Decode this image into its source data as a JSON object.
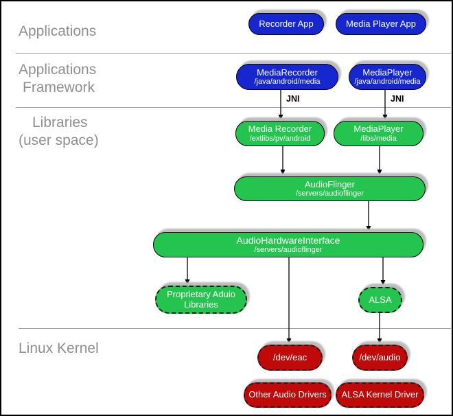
{
  "layers": {
    "applications": {
      "line1": "Applications"
    },
    "framework": {
      "line1": "Applications",
      "line2": "Framework"
    },
    "libraries": {
      "line1": "Libraries",
      "line2": "(user space)"
    },
    "kernel": {
      "line1": "Linux Kernel"
    }
  },
  "nodes": {
    "recorder_app": {
      "title": "Recorder App"
    },
    "media_player_app": {
      "title": "Media Player App"
    },
    "media_recorder_fw": {
      "title": "MediaRecorder",
      "subtitle": "/java/android/media"
    },
    "media_player_fw": {
      "title": "MediaPlayer",
      "subtitle": "/java/android/media"
    },
    "media_recorder_lib": {
      "title": "Media Recorder",
      "subtitle": "/extlibs/pv/android"
    },
    "media_player_lib": {
      "title": "MediaPlayer",
      "subtitle": "/libs/media"
    },
    "audio_flinger": {
      "title": "AudioFlinger",
      "subtitle": "/servers/audioflinger"
    },
    "audio_hw_interface": {
      "title": "AudioHardwareInterface",
      "subtitle": "/servers/audioflinger"
    },
    "proprietary_audio": {
      "title": "Proprietary Aduio Libraries"
    },
    "alsa_lib": {
      "title": "ALSA"
    },
    "dev_eac": {
      "title": "/dev/eac"
    },
    "dev_audio": {
      "title": "/dev/audio"
    },
    "other_audio_drivers": {
      "title": "Other Audio Drivers"
    },
    "alsa_kernel_driver": {
      "title": "ALSA Kernel Driver"
    }
  },
  "connections": {
    "jni_left": "JNI",
    "jni_right": "JNI"
  },
  "colors": {
    "app_blue": "#1527cd",
    "lib_green": "#24c44e",
    "kernel_red": "#c00a0a",
    "layer_label_gray": "#8f8f8f",
    "divider_gray": "#9e9e9e",
    "shadow_gray": "#bdbdbd",
    "connector_black": "#000000"
  }
}
